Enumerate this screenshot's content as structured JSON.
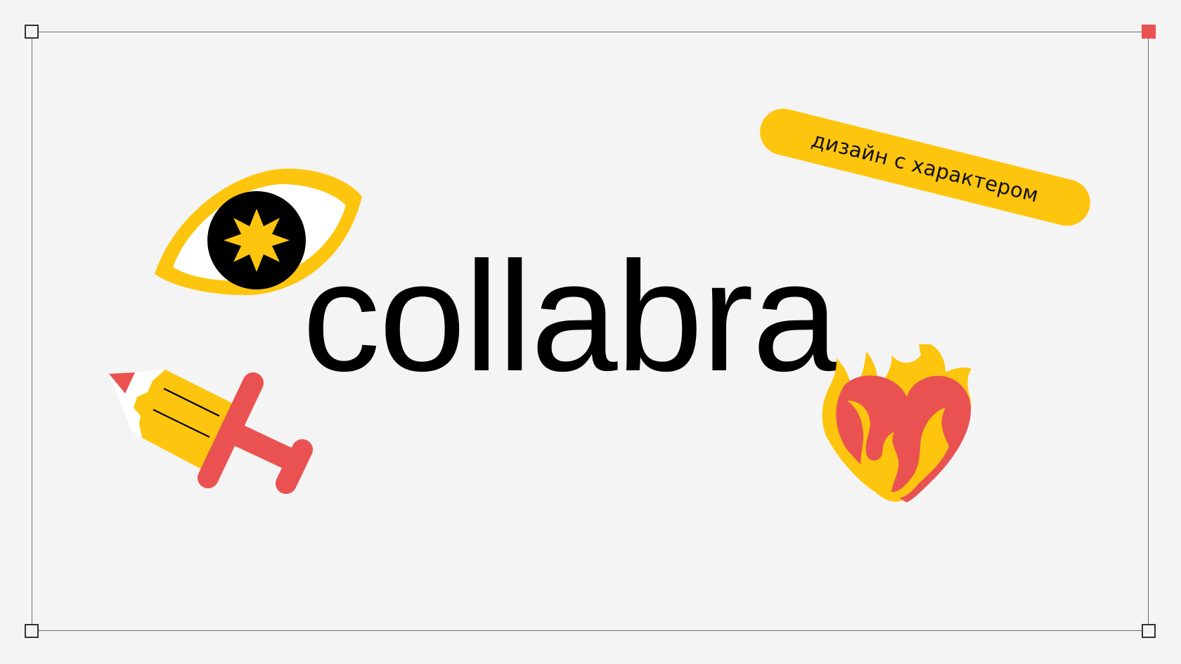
{
  "canvas": {
    "background": "#f4f4f4",
    "frame_color": "#6e6e6e",
    "selection_handles": [
      {
        "position": "top-left",
        "active": false
      },
      {
        "position": "top-right",
        "active": true,
        "color": "#ea5252"
      },
      {
        "position": "bottom-left",
        "active": false
      },
      {
        "position": "bottom-right",
        "active": false
      }
    ]
  },
  "brand": {
    "logo_text": "collabra",
    "tagline": "дизайн с характером"
  },
  "stickers": [
    {
      "name": "eye",
      "icon": "eye-with-star-pupil-icon"
    },
    {
      "name": "pencil-sword",
      "icon": "pencil-sword-icon"
    },
    {
      "name": "burning-heart",
      "icon": "heart-on-fire-icon"
    }
  ],
  "colors": {
    "yellow": "#fdc50e",
    "red": "#ea5252",
    "black": "#000000",
    "white": "#ffffff"
  }
}
